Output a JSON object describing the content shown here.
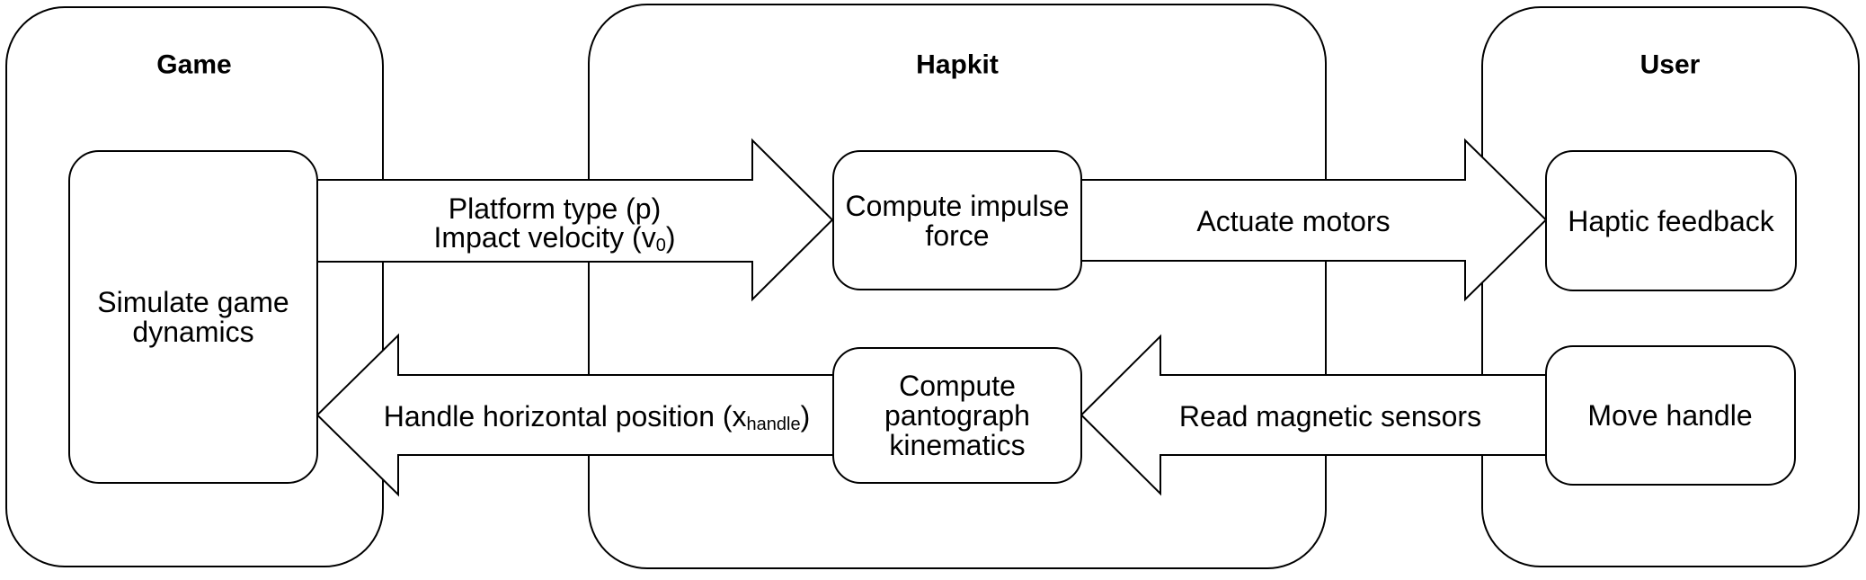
{
  "diagram": {
    "colors": {
      "stroke": "#000000",
      "fill": "#ffffff",
      "background": "#ffffff",
      "text": "#000000"
    },
    "containers": {
      "game": {
        "title": "Game"
      },
      "hapkit": {
        "title": "Hapkit"
      },
      "user": {
        "title": "User"
      }
    },
    "boxes": {
      "simulate": {
        "line1": "Simulate game",
        "line2": "dynamics"
      },
      "impulse": {
        "line1": "Compute impulse",
        "line2": "force"
      },
      "pantograph": {
        "line1": "Compute",
        "line2": "pantograph",
        "line3": "kinematics"
      },
      "haptic": {
        "label": "Haptic feedback"
      },
      "move": {
        "label": "Move handle"
      }
    },
    "arrows": {
      "platform": {
        "line1": "Platform type (p)",
        "line2_main": "Impact velocity (v",
        "line2_sub": "0",
        "line2_end": ")"
      },
      "actuate": {
        "label": "Actuate motors"
      },
      "handle": {
        "main": "Handle horizontal position (x",
        "sub": "handle",
        "end": ")"
      },
      "read": {
        "label": "Read magnetic sensors"
      }
    }
  }
}
